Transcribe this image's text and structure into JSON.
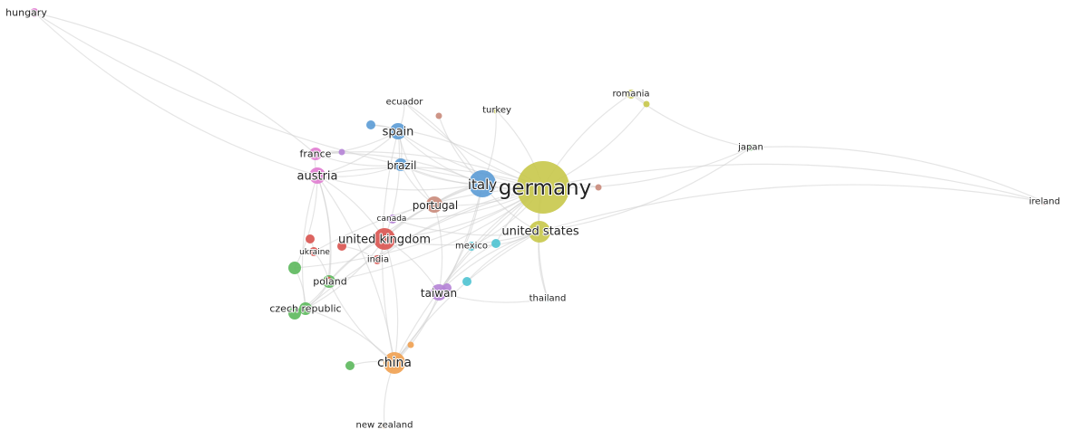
{
  "colors": {
    "red": "#d9534f",
    "green": "#5cb85c",
    "blue": "#5b9bd5",
    "yellow": "#c8c84a",
    "purple": "#b583d6",
    "cyan": "#4ec3d1",
    "orange": "#f0a050",
    "brown": "#c98a7a",
    "pink": "#e07bd0",
    "edge": "#cfcfcf"
  },
  "nodes": [
    {
      "id": "germany",
      "label": "germany",
      "cluster": "yellow",
      "weight": 10
    },
    {
      "id": "italy",
      "label": "italy",
      "cluster": "blue",
      "weight": 6
    },
    {
      "id": "united-states",
      "label": "united states",
      "cluster": "yellow",
      "weight": 5
    },
    {
      "id": "united-kingdom",
      "label": "united kingdom",
      "cluster": "red",
      "weight": 5
    },
    {
      "id": "china",
      "label": "china",
      "cluster": "orange",
      "weight": 5
    },
    {
      "id": "spain",
      "label": "spain",
      "cluster": "blue",
      "weight": 4
    },
    {
      "id": "austria",
      "label": "austria",
      "cluster": "pink",
      "weight": 4
    },
    {
      "id": "portugal",
      "label": "portugal",
      "cluster": "brown",
      "weight": 4
    },
    {
      "id": "taiwan",
      "label": "taiwan",
      "cluster": "purple",
      "weight": 4
    },
    {
      "id": "brazil",
      "label": "brazil",
      "cluster": "blue",
      "weight": 3
    },
    {
      "id": "france",
      "label": "france",
      "cluster": "pink",
      "weight": 3
    },
    {
      "id": "poland",
      "label": "poland",
      "cluster": "green",
      "weight": 3
    },
    {
      "id": "czech-republic",
      "label": "czech republic",
      "cluster": "green",
      "weight": 3
    },
    {
      "id": "mexico",
      "label": "mexico",
      "cluster": "cyan",
      "weight": 2
    },
    {
      "id": "india",
      "label": "india",
      "cluster": "red",
      "weight": 2
    },
    {
      "id": "canada",
      "label": "canada",
      "cluster": "purple",
      "weight": 2
    },
    {
      "id": "ukraine",
      "label": "ukraine",
      "cluster": "red",
      "weight": 2
    },
    {
      "id": "ecuador",
      "label": "ecuador",
      "cluster": "blue",
      "weight": 1
    },
    {
      "id": "turkey",
      "label": "turkey",
      "cluster": "yellow",
      "weight": 1
    },
    {
      "id": "romania",
      "label": "romania",
      "cluster": "yellow",
      "weight": 2
    },
    {
      "id": "japan",
      "label": "japan",
      "cluster": "green",
      "weight": 1
    },
    {
      "id": "ireland",
      "label": "ireland",
      "cluster": "red",
      "weight": 1
    },
    {
      "id": "thailand",
      "label": "thailand",
      "cluster": "cyan",
      "weight": 1
    },
    {
      "id": "new-zealand",
      "label": "new zealand",
      "cluster": "orange",
      "weight": 1
    },
    {
      "id": "hungary",
      "label": "hungary",
      "cluster": "pink",
      "weight": 2
    },
    {
      "id": "u1",
      "label": "",
      "cluster": "blue",
      "weight": 2
    },
    {
      "id": "u2",
      "label": "",
      "cluster": "brown",
      "weight": 1
    },
    {
      "id": "u3",
      "label": "",
      "cluster": "purple",
      "weight": 1
    },
    {
      "id": "u4",
      "label": "",
      "cluster": "brown",
      "weight": 1
    },
    {
      "id": "u5",
      "label": "",
      "cluster": "yellow",
      "weight": 1
    },
    {
      "id": "u6",
      "label": "",
      "cluster": "red",
      "weight": 2
    },
    {
      "id": "u7",
      "label": "",
      "cluster": "red",
      "weight": 2
    },
    {
      "id": "u8",
      "label": "",
      "cluster": "red",
      "weight": 1
    },
    {
      "id": "u9",
      "label": "",
      "cluster": "green",
      "weight": 3
    },
    {
      "id": "u10",
      "label": "",
      "cluster": "green",
      "weight": 3
    },
    {
      "id": "u11",
      "label": "",
      "cluster": "green",
      "weight": 2
    },
    {
      "id": "u12",
      "label": "",
      "cluster": "cyan",
      "weight": 2
    },
    {
      "id": "u13",
      "label": "",
      "cluster": "orange",
      "weight": 1
    },
    {
      "id": "u14",
      "label": "",
      "cluster": "purple",
      "weight": 2
    },
    {
      "id": "u15",
      "label": "",
      "cluster": "cyan",
      "weight": 2
    }
  ],
  "edges": [
    [
      "germany",
      "italy"
    ],
    [
      "germany",
      "united-states"
    ],
    [
      "germany",
      "united-kingdom"
    ],
    [
      "germany",
      "china"
    ],
    [
      "germany",
      "spain"
    ],
    [
      "germany",
      "austria"
    ],
    [
      "germany",
      "portugal"
    ],
    [
      "germany",
      "taiwan"
    ],
    [
      "germany",
      "brazil"
    ],
    [
      "germany",
      "france"
    ],
    [
      "germany",
      "poland"
    ],
    [
      "germany",
      "czech-republic"
    ],
    [
      "germany",
      "mexico"
    ],
    [
      "germany",
      "india"
    ],
    [
      "germany",
      "canada"
    ],
    [
      "germany",
      "ukraine"
    ],
    [
      "germany",
      "ecuador"
    ],
    [
      "germany",
      "turkey"
    ],
    [
      "germany",
      "romania"
    ],
    [
      "germany",
      "japan"
    ],
    [
      "germany",
      "ireland"
    ],
    [
      "germany",
      "thailand"
    ],
    [
      "germany",
      "hungary"
    ],
    [
      "germany",
      "u1"
    ],
    [
      "germany",
      "u4"
    ],
    [
      "germany",
      "u5"
    ],
    [
      "germany",
      "u9"
    ],
    [
      "germany",
      "u12"
    ],
    [
      "italy",
      "spain"
    ],
    [
      "italy",
      "portugal"
    ],
    [
      "italy",
      "brazil"
    ],
    [
      "italy",
      "united-kingdom"
    ],
    [
      "italy",
      "austria"
    ],
    [
      "italy",
      "france"
    ],
    [
      "italy",
      "china"
    ],
    [
      "italy",
      "united-states"
    ],
    [
      "italy",
      "taiwan"
    ],
    [
      "italy",
      "ecuador"
    ],
    [
      "italy",
      "u2"
    ],
    [
      "italy",
      "poland"
    ],
    [
      "united-kingdom",
      "china"
    ],
    [
      "united-kingdom",
      "austria"
    ],
    [
      "united-kingdom",
      "portugal"
    ],
    [
      "united-kingdom",
      "spain"
    ],
    [
      "united-kingdom",
      "india"
    ],
    [
      "united-kingdom",
      "united-states"
    ],
    [
      "united-kingdom",
      "taiwan"
    ],
    [
      "united-kingdom",
      "poland"
    ],
    [
      "united-kingdom",
      "czech-republic"
    ],
    [
      "china",
      "taiwan"
    ],
    [
      "china",
      "united-states"
    ],
    [
      "china",
      "new-zealand"
    ],
    [
      "china",
      "poland"
    ],
    [
      "china",
      "austria"
    ],
    [
      "china",
      "spain"
    ],
    [
      "china",
      "u11"
    ],
    [
      "china",
      "u13"
    ],
    [
      "china",
      "czech-republic"
    ],
    [
      "austria",
      "france"
    ],
    [
      "austria",
      "spain"
    ],
    [
      "austria",
      "hungary"
    ],
    [
      "austria",
      "czech-republic"
    ],
    [
      "austria",
      "poland"
    ],
    [
      "austria",
      "brazil"
    ],
    [
      "austria",
      "u9"
    ],
    [
      "spain",
      "portugal"
    ],
    [
      "spain",
      "brazil"
    ],
    [
      "spain",
      "ecuador"
    ],
    [
      "spain",
      "france"
    ],
    [
      "spain",
      "u1"
    ],
    [
      "portugal",
      "brazil"
    ],
    [
      "portugal",
      "canada"
    ],
    [
      "portugal",
      "taiwan"
    ],
    [
      "united-states",
      "taiwan"
    ],
    [
      "united-states",
      "mexico"
    ],
    [
      "united-states",
      "japan"
    ],
    [
      "united-states",
      "ireland"
    ],
    [
      "united-states",
      "thailand"
    ],
    [
      "united-states",
      "canada"
    ],
    [
      "united-states",
      "u15"
    ],
    [
      "taiwan",
      "u14"
    ],
    [
      "taiwan",
      "thailand"
    ],
    [
      "poland",
      "czech-republic"
    ],
    [
      "czech-republic",
      "u10"
    ],
    [
      "ukraine",
      "poland"
    ],
    [
      "ukraine",
      "u6"
    ],
    [
      "u7",
      "united-kingdom"
    ],
    [
      "u8",
      "austria"
    ],
    [
      "hungary",
      "france"
    ],
    [
      "romania",
      "japan"
    ],
    [
      "turkey",
      "italy"
    ],
    [
      "u3",
      "france"
    ],
    [
      "u12",
      "mexico"
    ],
    [
      "u12",
      "taiwan"
    ],
    [
      "japan",
      "ireland"
    ],
    [
      "u5",
      "romania"
    ],
    [
      "brazil",
      "france"
    ],
    [
      "u10",
      "poland"
    ],
    [
      "u9",
      "czech-republic"
    ],
    [
      "india",
      "u7"
    ]
  ]
}
